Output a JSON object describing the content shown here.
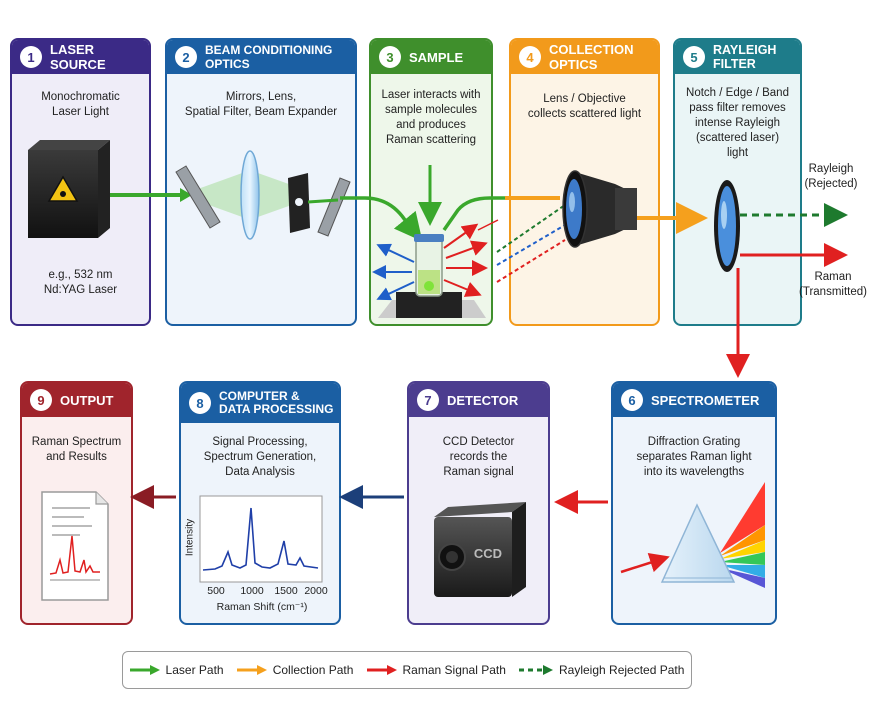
{
  "cards": {
    "laser": {
      "num": "1",
      "title": "LASER SOURCE",
      "desc1": "Monochromatic",
      "desc2": "Laser Light",
      "note1": "e.g., 532 nm",
      "note2": "Nd:YAG Laser",
      "color": "#3b2a86",
      "bg": "#efedf8"
    },
    "beam": {
      "num": "2",
      "title": "BEAM CONDITIONING OPTICS",
      "desc1": "Mirrors, Lens,",
      "desc2": "Spatial Filter, Beam Expander",
      "color": "#1b5fa3",
      "bg": "#eef4fb"
    },
    "sample": {
      "num": "3",
      "title": "SAMPLE",
      "desc1": "Laser interacts with",
      "desc2": "sample molecules",
      "desc3": "and produces",
      "desc4": "Raman scattering",
      "color": "#3f8f2c",
      "bg": "#eef7ea"
    },
    "collection": {
      "num": "4",
      "title": "COLLECTION OPTICS",
      "desc1": "Lens / Objective",
      "desc2": "collects scattered light",
      "color": "#f29a1b",
      "bg": "#fdf4e6"
    },
    "rayleigh": {
      "num": "5",
      "title": "RAYLEIGH FILTER",
      "desc1": "Notch / Edge / Band",
      "desc2": "pass filter removes",
      "desc3": "intense Rayleigh",
      "desc4": "(scattered laser)",
      "desc5": "light",
      "color": "#1e7c8a",
      "bg": "#eaf5f6"
    },
    "spectrometer": {
      "num": "6",
      "title": "SPECTROMETER",
      "desc1": "Diffraction Grating",
      "desc2": "separates Raman light",
      "desc3": "into its wavelengths",
      "color": "#1b5fa3",
      "bg": "#eef4fb"
    },
    "detector": {
      "num": "7",
      "title": "DETECTOR",
      "desc1": "CCD Detector",
      "desc2": "records the",
      "desc3": "Raman signal",
      "device": "CCD",
      "color": "#4c3d8f",
      "bg": "#f0eef8"
    },
    "computer": {
      "num": "8",
      "title1": "COMPUTER &",
      "title2": "DATA PROCESSING",
      "desc1": "Signal Processing,",
      "desc2": "Spectrum Generation,",
      "desc3": "Data Analysis",
      "color": "#1b5fa3",
      "bg": "#eef4fb"
    },
    "output": {
      "num": "9",
      "title": "OUTPUT",
      "desc1": "Raman Spectrum",
      "desc2": "and Results",
      "color": "#a0242c",
      "bg": "#fbeeee"
    }
  },
  "spectrum_plot": {
    "ylabel": "Intensity",
    "xlabel": "Raman Shift (cm⁻¹)",
    "ticks": [
      "500",
      "1000",
      "1500",
      "2000"
    ]
  },
  "side_labels": {
    "rayleigh1": "Rayleigh",
    "rayleigh2": "(Rejected)",
    "raman1": "Raman",
    "raman2": "(Transmitted)"
  },
  "legend": {
    "laser": "Laser Path",
    "collection": "Collection Path",
    "raman": "Raman Signal Path",
    "rejected": "Rayleigh Rejected Path"
  },
  "colors": {
    "laser_path": "#3aa82c",
    "collection_path": "#f5a01d",
    "raman_path": "#e02020",
    "rejected_path": "#1e7a2e",
    "dark_arrow_blue": "#1c3f7a",
    "dark_arrow_red": "#8a1c24",
    "scatter_blue": "#1f5fc9"
  }
}
